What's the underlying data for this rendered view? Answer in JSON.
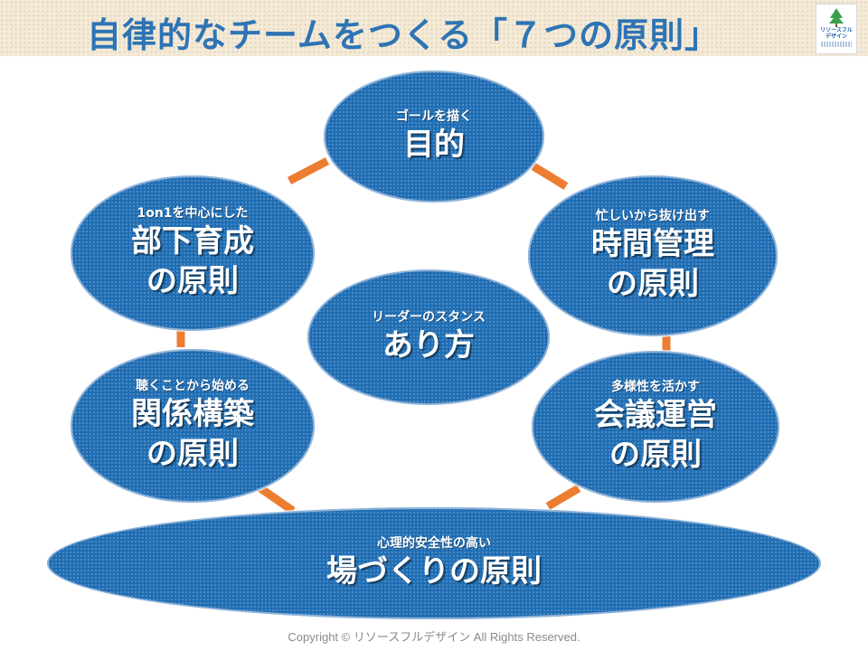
{
  "header": {
    "title": "自律的なチームをつくる「７つの原則」",
    "logo_text_line1": "リソースフル",
    "logo_text_line2": "デザイン"
  },
  "diagram": {
    "nodes": [
      {
        "id": "purpose",
        "sub": "ゴールを描く",
        "main": [
          "目的"
        ]
      },
      {
        "id": "time",
        "sub": "忙しいから抜け出す",
        "main": [
          "時間管理",
          "の原則"
        ]
      },
      {
        "id": "meeting",
        "sub": "多様性を活かす",
        "main": [
          "会議運営",
          "の原則"
        ]
      },
      {
        "id": "safety",
        "sub": "心理的安全性の高い",
        "main": [
          "場づくりの原則"
        ]
      },
      {
        "id": "relationship",
        "sub": "聴くことから始める",
        "main": [
          "関係構築",
          "の原則"
        ]
      },
      {
        "id": "development",
        "sub": "1on1を中心にした",
        "main": [
          "部下育成",
          "の原則"
        ]
      },
      {
        "id": "stance",
        "sub": "リーダーのスタンス",
        "main": [
          "あり方"
        ]
      }
    ],
    "colors": {
      "node_fill": "#1f6db3",
      "connector": "#ed7d31",
      "title": "#2e74b5"
    }
  },
  "footer": {
    "copyright": "Copyright © リソースフルデザイン All Rights Reserved."
  }
}
